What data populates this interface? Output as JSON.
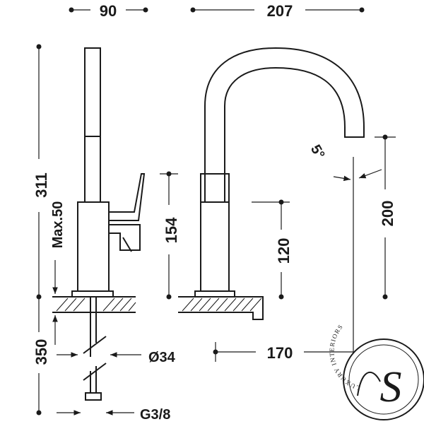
{
  "dimensions": {
    "width_side": "90",
    "width_front": "207",
    "height_total": "311",
    "max_deck": "Max.50",
    "lever_height": "154",
    "body_height": "120",
    "spout_height": "200",
    "spout_angle": "5°",
    "spout_reach": "170",
    "pipe_length": "350",
    "pipe_diameter": "Ø34",
    "thread": "G3/8"
  },
  "logo": {
    "text": "LUXURY INTERIORS",
    "monogram": "S"
  },
  "colors": {
    "line": "#1a1a1a",
    "background": "#ffffff"
  }
}
